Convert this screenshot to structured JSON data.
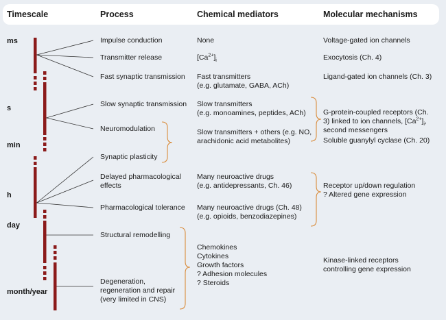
{
  "headers": {
    "timescale": "Timescale",
    "process": "Process",
    "chemical": "Chemical mediators",
    "molecular": "Molecular mechanisms"
  },
  "timescales": [
    "ms",
    "s",
    "min",
    "h",
    "day",
    "month/year"
  ],
  "processes": {
    "impulse": "Impulse conduction",
    "transmitter_release": "Transmitter release",
    "fast_synaptic": "Fast synaptic transmission",
    "slow_synaptic": "Slow synaptic transmission",
    "neuromodulation": "Neuromodulation",
    "synaptic_plasticity": "Synaptic plasticity",
    "delayed_line1": "Delayed pharmacological",
    "delayed_line2": "effects",
    "tolerance": "Pharmacological tolerance",
    "structural": "Structural remodelling",
    "degeneration_line1": "Degeneration,",
    "degeneration_line2": "regeneration and repair",
    "degeneration_line3": "(very limited in CNS)"
  },
  "mediators": {
    "none": "None",
    "ca_prefix": "[Ca",
    "ca_sup": "2+",
    "ca_suffix": "]",
    "ca_sub": "i",
    "fast_line1": "Fast transmitters",
    "fast_line2": "(e.g. glutamate, GABA, ACh)",
    "slow_line1": "Slow transmitters",
    "slow_line2": "(e.g. monoamines, peptides, ACh)",
    "slowplus_line1": "Slow transmitters + others (e.g. NO,",
    "slowplus_line2": "arachidonic acid metabolites)",
    "drugs1_line1": "Many neuroactive drugs",
    "drugs1_line2": "(e.g. antidepressants, Ch. 46)",
    "drugs2_line1": "Many neuroactive drugs (Ch. 48)",
    "drugs2_line2": "(e.g. opioids, benzodiazepines)",
    "growth_list": [
      "Chemokines",
      "Cytokines",
      "Growth factors",
      "? Adhesion molecules",
      "? Steroids"
    ]
  },
  "mechanisms": {
    "voltage": "Voltage-gated ion channels",
    "exocytosis": "Exocytosis (Ch. 4)",
    "ligand": "Ligand-gated ion channels (Ch. 3)",
    "gpcr_line1": "G-protein-coupled receptors (Ch.",
    "gpcr_line2_prefix": "3) linked to ion channels, [Ca",
    "gpcr_line2_sup": "2+",
    "gpcr_line2_mid": "]",
    "gpcr_line2_sub": "i",
    "gpcr_line2_suffix": ",",
    "gpcr_line3": "second messengers",
    "guanylyl": "Soluble guanylyl cyclase (Ch. 20)",
    "receptor_reg_line1": "Receptor up/down regulation",
    "receptor_reg_line2": "? Altered gene expression",
    "kinase_line1": "Kinase-linked receptors",
    "kinase_line2": "controlling gene expression"
  },
  "colors": {
    "bar": "#8b1a1a",
    "bracket": "#d98b3a",
    "background": "#eaeef3"
  }
}
